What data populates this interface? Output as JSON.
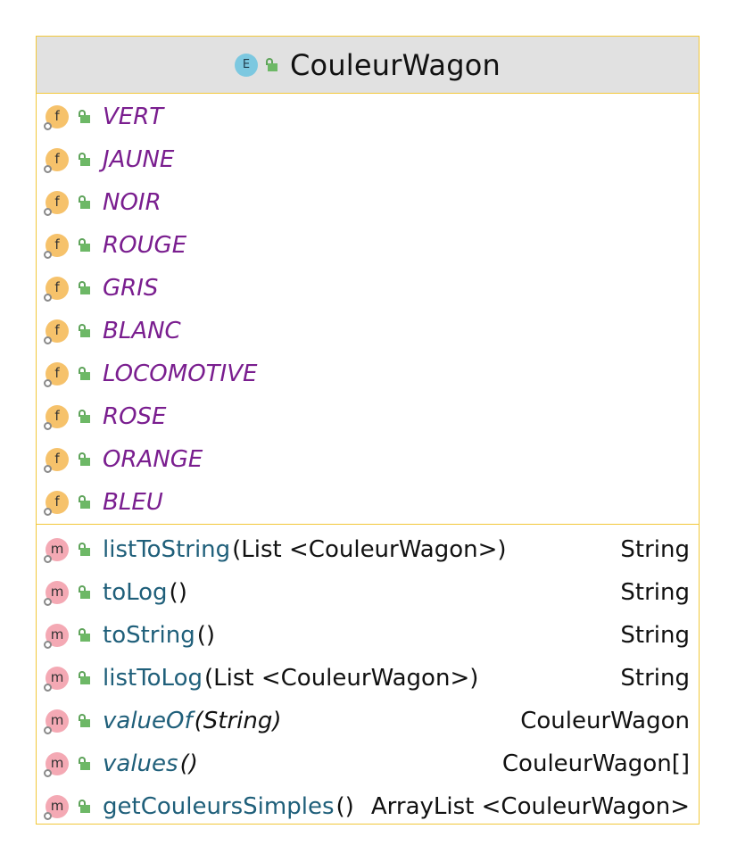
{
  "class": {
    "stereotype_badge": "E",
    "name": "CouleurWagon"
  },
  "fields": [
    {
      "name": "VERT"
    },
    {
      "name": "JAUNE"
    },
    {
      "name": "NOIR"
    },
    {
      "name": "ROUGE"
    },
    {
      "name": "GRIS"
    },
    {
      "name": "BLANC"
    },
    {
      "name": "LOCOMOTIVE"
    },
    {
      "name": "ROSE"
    },
    {
      "name": "ORANGE"
    },
    {
      "name": "BLEU"
    }
  ],
  "field_icon_letter": "f",
  "method_icon_letter": "m",
  "methods": [
    {
      "name": "listToString",
      "params": "(List <CouleurWagon>)",
      "return": "String",
      "italic": false
    },
    {
      "name": "toLog",
      "params": "()",
      "return": "String",
      "italic": false
    },
    {
      "name": "toString",
      "params": "()",
      "return": "String",
      "italic": false
    },
    {
      "name": "listToLog",
      "params": "(List <CouleurWagon>)",
      "return": "String",
      "italic": false
    },
    {
      "name": "valueOf",
      "params": "(String)",
      "return": "CouleurWagon",
      "italic": true
    },
    {
      "name": "values",
      "params": "()",
      "return": "CouleurWagon[]",
      "italic": true
    },
    {
      "name": "getCouleursSimples",
      "params": " ()",
      "return": "ArrayList <CouleurWagon>",
      "italic": false
    }
  ],
  "colors": {
    "border": "#f2c83a",
    "header_bg": "#e1e1e1",
    "field_text": "#7a1e8f",
    "method_text": "#1f5f7a",
    "field_icon": "#f6c26b",
    "method_icon": "#f4a9b4",
    "enum_badge": "#7cc8e0",
    "lock": "#6db866"
  },
  "icons": {
    "enum": "enum-icon",
    "field": "field-icon",
    "method": "method-icon",
    "visibility": "public-lock-icon"
  }
}
